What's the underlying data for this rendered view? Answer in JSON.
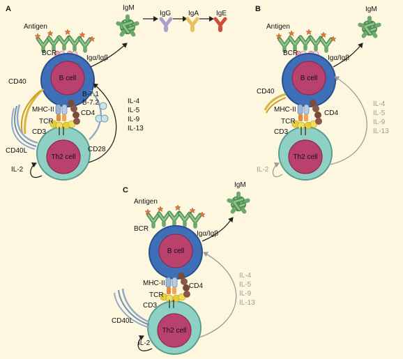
{
  "panels": {
    "a": {
      "letter": "A",
      "antigen": "Antigen",
      "bcr": "BCR",
      "ig_alpha_beta": "Igα/Igβ",
      "b_cell": "B cell",
      "th2_cell": "Th2 cell",
      "cd40": "CD40",
      "cd40l": "CD40L",
      "mhc": "MHC-II",
      "tcr": "TCR",
      "cd3": "CD3",
      "cd4": "CD4",
      "b71": "B-7.1",
      "b72": "B-7.2",
      "cd28": "CD28",
      "il2": "IL-2",
      "cytokines": [
        "IL-4",
        "IL-5",
        "IL-9",
        "IL-13"
      ],
      "isotypes": [
        "IgM",
        "IgG",
        "IgA",
        "IgE"
      ]
    },
    "b": {
      "letter": "B",
      "antigen": "Antigen",
      "bcr": "BCR",
      "ig_alpha_beta": "Igα/Igβ",
      "b_cell": "B cell",
      "th2_cell": "Th2 cell",
      "cd40": "CD40",
      "mhc": "MHC-II",
      "tcr": "TCR",
      "cd3": "CD3",
      "cd4": "CD4",
      "il2": "IL-2",
      "cytokines": [
        "IL-4",
        "IL-5",
        "IL-9",
        "IL-13"
      ],
      "igm": "IgM"
    },
    "c": {
      "letter": "C",
      "antigen": "Antigen",
      "bcr": "BCR",
      "ig_alpha_beta": "Igα/Igβ",
      "b_cell": "B cell",
      "th2_cell": "Th2 cell",
      "cd40l": "CD40L",
      "mhc": "MHC-II",
      "tcr": "TCR",
      "cd3": "CD3",
      "cd4": "CD4",
      "il2": "IL-2",
      "cytokines": [
        "IL-4",
        "IL-5",
        "IL-9",
        "IL-13"
      ],
      "igm": "IgM"
    }
  },
  "colors": {
    "background": "#fdf7df",
    "b_cell_outer": "#3f6fb7",
    "b_cell_nucleus": "#b9416e",
    "th2_outer": "#8fd0c4",
    "th2_nucleus": "#b9416e",
    "antibody": "#7fb27a",
    "igg": "#a9a1cc",
    "iga": "#e8c25a",
    "ige": "#d24a38",
    "cd40": "#d9b43a",
    "cd40l": "#8fa9c9",
    "cd4": "#7a4a3a",
    "tcr": "#e08a3a",
    "cd3": "#e6cf3a",
    "mhc": "#9bb6d6",
    "muted": "#9a9a9a"
  },
  "icons": [
    "antibody-icon",
    "antigen-star-icon"
  ]
}
